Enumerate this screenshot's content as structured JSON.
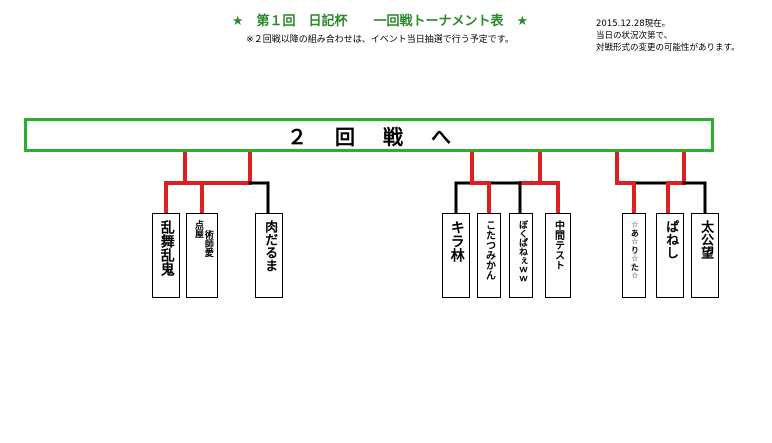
{
  "header": {
    "title": "★　第１回　日記杯　　一回戦トーナメント表　★",
    "subtitle": "※２回戦以降の組み合わせは、イベント当日抽選で行う予定です。",
    "note_lines": [
      "2015.12.28現在。",
      "当日の状況次第で、",
      "対戦形式の変更の可能性があります。"
    ]
  },
  "banner": {
    "label": "２回戦へ"
  },
  "colors": {
    "title": "#2a8a2a",
    "banner_border": "#2ab02a",
    "winner_line": "#e02020",
    "normal_line": "#000000"
  },
  "groups": [
    {
      "entrants": [
        {
          "name": "乱舞乱鬼"
        },
        {
          "name": "点屋",
          "name2": "術師愛"
        },
        {
          "name": "肉だるま"
        }
      ]
    },
    {
      "entrants": [
        {
          "name": "キラ林"
        },
        {
          "name": "こたつみかん"
        },
        {
          "name": "ぼくぱねぇｗｗ"
        },
        {
          "name": "中間テスト"
        }
      ]
    },
    {
      "entrants": [
        {
          "name": "☆あ☆り☆た☆"
        },
        {
          "name": "ぱねし"
        },
        {
          "name": "太公望"
        }
      ]
    }
  ]
}
